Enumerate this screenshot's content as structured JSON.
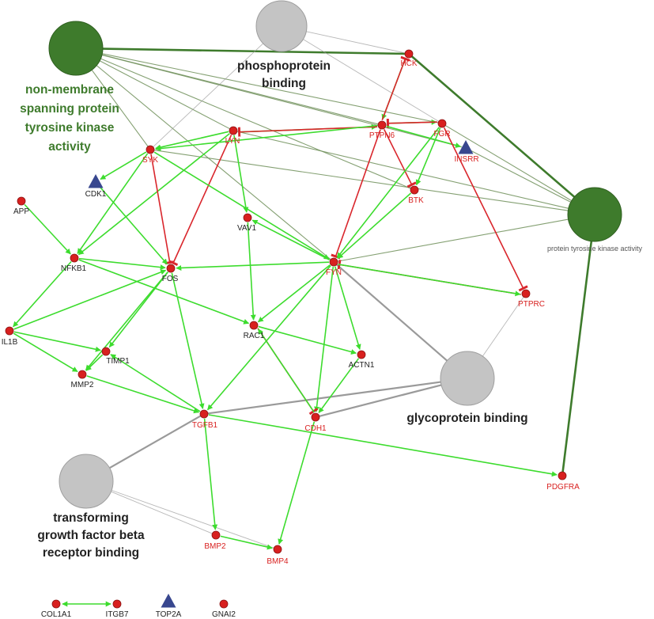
{
  "colors": {
    "activation": "#3ddc2e",
    "inhibition": "#d9262c",
    "go_association_green": "#6e8f59",
    "go_association_grey": "#9a9a9a",
    "go_term_green": "#3e7b2c",
    "go_term_grey": "#c4c4c4",
    "gene_node": "#d8201f",
    "gene_node_stroke": "#8b1414",
    "drug_target": "#38478f",
    "label_red": "#d8201f",
    "label_black": "#222222",
    "label_green": "#3e7b2c"
  },
  "hubs": [
    {
      "id": "nonmem",
      "kind": "green",
      "label_lines": [
        "non-membrane",
        "spanning protein",
        "tyrosine kinase",
        "activity"
      ]
    },
    {
      "id": "phospho",
      "kind": "grey",
      "label_lines": [
        "phosphoprotein",
        "binding"
      ]
    },
    {
      "id": "ptka",
      "kind": "green",
      "label_lines": [
        "protein tyrosine kinase activity"
      ]
    },
    {
      "id": "glyco",
      "kind": "grey",
      "label_lines": [
        "glycoprotein binding"
      ]
    },
    {
      "id": "tgfb",
      "kind": "grey",
      "label_lines": [
        "transforming",
        "growth factor beta",
        "receptor binding"
      ]
    }
  ],
  "genes": [
    {
      "id": "HCK",
      "label": "HCK",
      "shape": "circle",
      "label_color": "red"
    },
    {
      "id": "LYN",
      "label": "LYN",
      "shape": "circle",
      "label_color": "red"
    },
    {
      "id": "PTPN6",
      "label": "PTPN6",
      "shape": "circle",
      "label_color": "red"
    },
    {
      "id": "FGR",
      "label": "FGR",
      "shape": "circle",
      "label_color": "red"
    },
    {
      "id": "INSRR",
      "label": "INSRR",
      "shape": "triangle",
      "label_color": "red"
    },
    {
      "id": "SYK",
      "label": "SYK",
      "shape": "circle",
      "label_color": "red"
    },
    {
      "id": "CDK1",
      "label": "CDK1",
      "shape": "triangle",
      "label_color": "black"
    },
    {
      "id": "APP",
      "label": "APP",
      "shape": "circle",
      "label_color": "black"
    },
    {
      "id": "BTK",
      "label": "BTK",
      "shape": "circle",
      "label_color": "red"
    },
    {
      "id": "VAV1",
      "label": "VAV1",
      "shape": "circle",
      "label_color": "black"
    },
    {
      "id": "NFKB1",
      "label": "NFKB1",
      "shape": "circle",
      "label_color": "black"
    },
    {
      "id": "FOS",
      "label": "FOS",
      "shape": "circle",
      "label_color": "black"
    },
    {
      "id": "FYN",
      "label": "FYN",
      "shape": "circle",
      "label_color": "red"
    },
    {
      "id": "PTPRC",
      "label": "PTPRC",
      "shape": "circle",
      "label_color": "red"
    },
    {
      "id": "IL1B",
      "label": "IL1B",
      "shape": "circle",
      "label_color": "black"
    },
    {
      "id": "RAC1",
      "label": "RAC1",
      "shape": "circle",
      "label_color": "black"
    },
    {
      "id": "TIMP1",
      "label": "TIMP1",
      "shape": "circle",
      "label_color": "black"
    },
    {
      "id": "ACTN1",
      "label": "ACTN1",
      "shape": "circle",
      "label_color": "black"
    },
    {
      "id": "MMP2",
      "label": "MMP2",
      "shape": "circle",
      "label_color": "black"
    },
    {
      "id": "TGFB1",
      "label": "TGFB1",
      "shape": "circle",
      "label_color": "red"
    },
    {
      "id": "CDH1",
      "label": "CDH1",
      "shape": "circle",
      "label_color": "red"
    },
    {
      "id": "PDGFRA",
      "label": "PDGFRA",
      "shape": "circle",
      "label_color": "red"
    },
    {
      "id": "BMP2",
      "label": "BMP2",
      "shape": "circle",
      "label_color": "red"
    },
    {
      "id": "BMP4",
      "label": "BMP4",
      "shape": "circle",
      "label_color": "red"
    }
  ],
  "hub_links": [
    {
      "from": "nonmem",
      "to": "HCK",
      "style": "green-thick"
    },
    {
      "from": "nonmem",
      "to": "LYN",
      "style": "green"
    },
    {
      "from": "nonmem",
      "to": "SYK",
      "style": "green"
    },
    {
      "from": "nonmem",
      "to": "PTPN6",
      "style": "green"
    },
    {
      "from": "nonmem",
      "to": "FGR",
      "style": "green"
    },
    {
      "from": "nonmem",
      "to": "BTK",
      "style": "green"
    },
    {
      "from": "nonmem",
      "to": "FYN",
      "style": "green"
    },
    {
      "from": "nonmem",
      "to": "INSRR",
      "style": "green"
    },
    {
      "from": "ptka",
      "to": "HCK",
      "style": "green-thick"
    },
    {
      "from": "ptka",
      "to": "LYN",
      "style": "green"
    },
    {
      "from": "ptka",
      "to": "SYK",
      "style": "green"
    },
    {
      "from": "ptka",
      "to": "FGR",
      "style": "green"
    },
    {
      "from": "ptka",
      "to": "INSRR",
      "style": "green"
    },
    {
      "from": "ptka",
      "to": "FYN",
      "style": "green"
    },
    {
      "from": "ptka",
      "to": "PDGFRA",
      "style": "green-thick"
    },
    {
      "from": "phospho",
      "to": "HCK",
      "style": "grey-thin"
    },
    {
      "from": "phospho",
      "to": "FGR",
      "style": "grey-thin"
    },
    {
      "from": "phospho",
      "to": "SYK",
      "style": "grey-thin"
    },
    {
      "from": "glyco",
      "to": "FYN",
      "style": "grey-thick"
    },
    {
      "from": "glyco",
      "to": "PTPRC",
      "style": "grey-thin"
    },
    {
      "from": "glyco",
      "to": "TGFB1",
      "style": "grey-thick"
    },
    {
      "from": "glyco",
      "to": "CDH1",
      "style": "grey-thick"
    },
    {
      "from": "tgfb",
      "to": "TGFB1",
      "style": "grey-thick"
    },
    {
      "from": "tgfb",
      "to": "BMP2",
      "style": "grey-thin"
    },
    {
      "from": "tgfb",
      "to": "BMP4",
      "style": "grey-thin"
    }
  ],
  "gene_links": [
    {
      "from": "LYN",
      "to": "SYK",
      "type": "activation"
    },
    {
      "from": "LYN",
      "to": "NFKB1",
      "type": "activation"
    },
    {
      "from": "LYN",
      "to": "VAV1",
      "type": "activation"
    },
    {
      "from": "LYN",
      "to": "PTPN6",
      "type": "activation"
    },
    {
      "from": "PTPN6",
      "to": "LYN",
      "type": "inhibition"
    },
    {
      "from": "LYN",
      "to": "FOS",
      "type": "inhibition"
    },
    {
      "from": "HCK",
      "to": "PTPN6",
      "type": "activation"
    },
    {
      "from": "PTPN6",
      "to": "HCK",
      "type": "inhibition"
    },
    {
      "from": "PTPN6",
      "to": "FGR",
      "type": "activation"
    },
    {
      "from": "FGR",
      "to": "PTPN6",
      "type": "inhibition"
    },
    {
      "from": "PTPN6",
      "to": "SYK",
      "type": "activation"
    },
    {
      "from": "PTPN6",
      "to": "BTK",
      "type": "inhibition"
    },
    {
      "from": "FGR",
      "to": "BTK",
      "type": "activation"
    },
    {
      "from": "PTPN6",
      "to": "FYN",
      "type": "inhibition"
    },
    {
      "from": "FGR",
      "to": "FYN",
      "type": "activation"
    },
    {
      "from": "PTPN6",
      "to": "INSRR",
      "type": "activation"
    },
    {
      "from": "FGR",
      "to": "PTPRC",
      "type": "inhibition"
    },
    {
      "from": "BTK",
      "to": "FYN",
      "type": "activation"
    },
    {
      "from": "SYK",
      "to": "CDK1",
      "type": "activation"
    },
    {
      "from": "SYK",
      "to": "NFKB1",
      "type": "activation"
    },
    {
      "from": "SYK",
      "to": "FOS",
      "type": "inhibition"
    },
    {
      "from": "SYK",
      "to": "FYN",
      "type": "activation"
    },
    {
      "from": "CDK1",
      "to": "FOS",
      "type": "activation"
    },
    {
      "from": "APP",
      "to": "NFKB1",
      "type": "activation"
    },
    {
      "from": "VAV1",
      "to": "RAC1",
      "type": "activation"
    },
    {
      "from": "FYN",
      "to": "VAV1",
      "type": "activation"
    },
    {
      "from": "FYN",
      "to": "FOS",
      "type": "activation"
    },
    {
      "from": "FYN",
      "to": "RAC1",
      "type": "activation"
    },
    {
      "from": "FYN",
      "to": "ACTN1",
      "type": "activation"
    },
    {
      "from": "FYN",
      "to": "CDH1",
      "type": "activation"
    },
    {
      "from": "FYN",
      "to": "TGFB1",
      "type": "activation"
    },
    {
      "from": "PTPRC",
      "to": "FYN",
      "type": "inhibition"
    },
    {
      "from": "FYN",
      "to": "PTPRC",
      "type": "activation"
    },
    {
      "from": "NFKB1",
      "to": "FOS",
      "type": "activation"
    },
    {
      "from": "NFKB1",
      "to": "IL1B",
      "type": "activation"
    },
    {
      "from": "NFKB1",
      "to": "RAC1",
      "type": "activation"
    },
    {
      "from": "IL1B",
      "to": "FOS",
      "type": "activation"
    },
    {
      "from": "IL1B",
      "to": "TIMP1",
      "type": "activation"
    },
    {
      "from": "IL1B",
      "to": "MMP2",
      "type": "activation"
    },
    {
      "from": "FOS",
      "to": "TIMP1",
      "type": "activation"
    },
    {
      "from": "FOS",
      "to": "MMP2",
      "type": "activation"
    },
    {
      "from": "FOS",
      "to": "TGFB1",
      "type": "activation"
    },
    {
      "from": "TIMP1",
      "to": "MMP2",
      "type": "activation"
    },
    {
      "from": "RAC1",
      "to": "ACTN1",
      "type": "activation"
    },
    {
      "from": "RAC1",
      "to": "CDH1",
      "type": "inhibition"
    },
    {
      "from": "CDH1",
      "to": "RAC1",
      "type": "activation"
    },
    {
      "from": "ACTN1",
      "to": "CDH1",
      "type": "activation"
    },
    {
      "from": "MMP2",
      "to": "TGFB1",
      "type": "activation"
    },
    {
      "from": "TGFB1",
      "to": "TIMP1",
      "type": "activation"
    },
    {
      "from": "TGFB1",
      "to": "PDGFRA",
      "type": "activation"
    },
    {
      "from": "TGFB1",
      "to": "BMP2",
      "type": "activation"
    },
    {
      "from": "BMP2",
      "to": "BMP4",
      "type": "activation"
    },
    {
      "from": "CDH1",
      "to": "BMP4",
      "type": "activation"
    }
  ],
  "legend": [
    {
      "id": "col1a1",
      "label": "COL1A1",
      "shape": "circle"
    },
    {
      "id": "itgb7",
      "label": "ITGB7",
      "shape": "circle"
    },
    {
      "id": "top2a",
      "label": "TOP2A",
      "shape": "triangle"
    },
    {
      "id": "gnai2",
      "label": "GNAI2",
      "shape": "circle"
    }
  ]
}
